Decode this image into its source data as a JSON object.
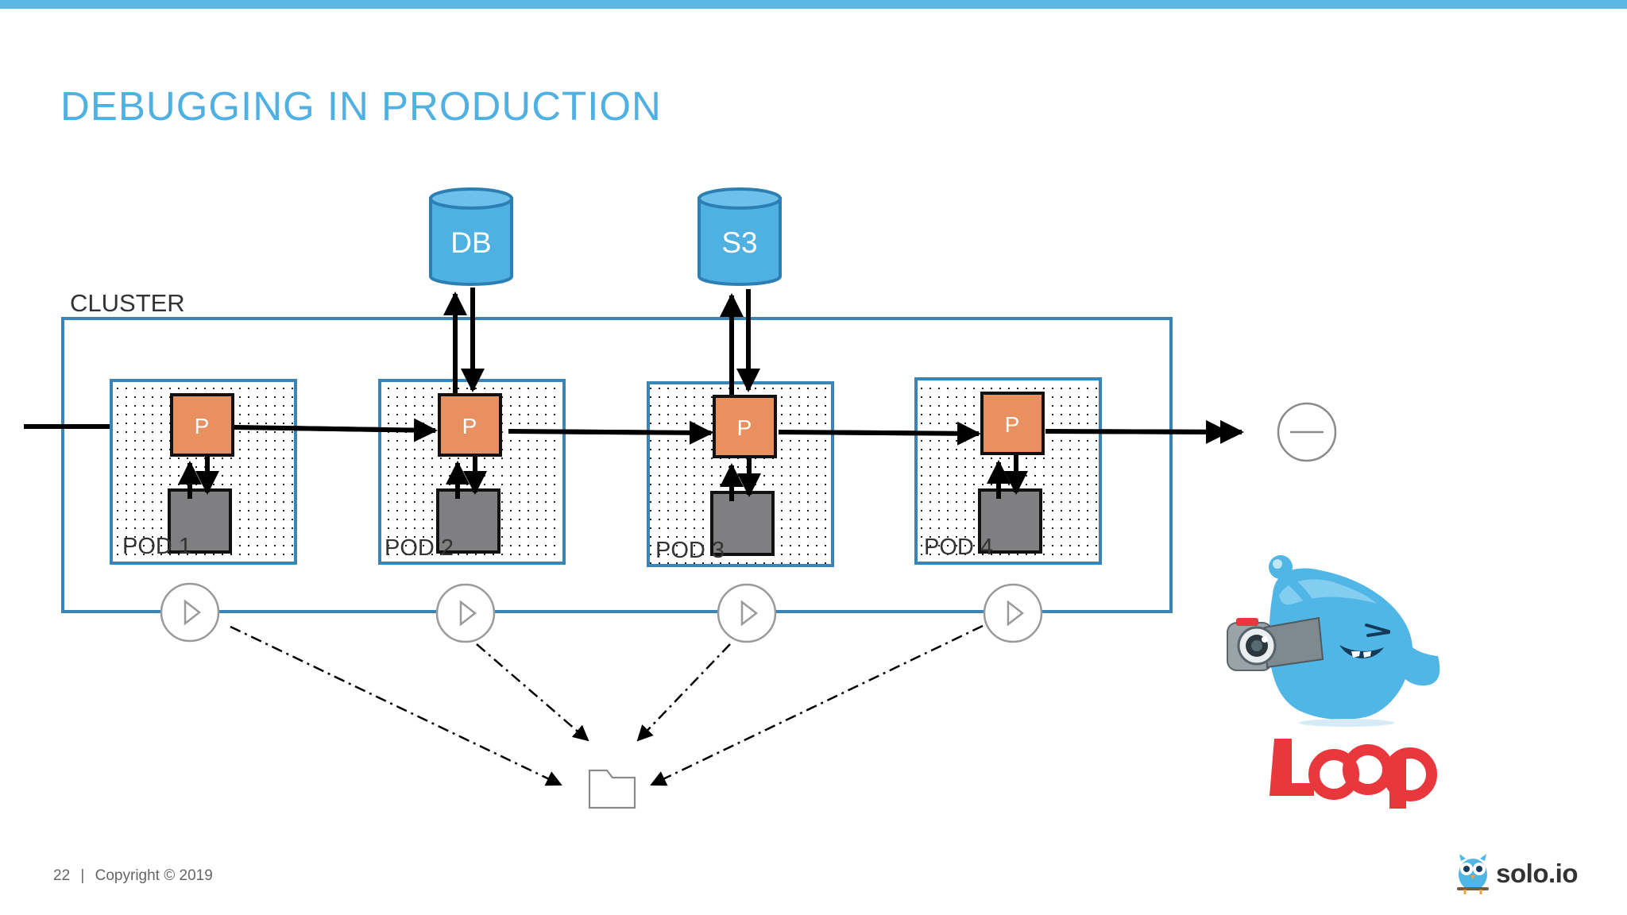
{
  "slide": {
    "title": "DEBUGGING IN PRODUCTION",
    "page_number": "22",
    "copyright": "Copyright © 2019",
    "accent_color": "#5ab7e6"
  },
  "diagram": {
    "cluster_label": "CLUSTER",
    "stores": [
      {
        "label": "DB",
        "color": "#4fb0e2"
      },
      {
        "label": "S3",
        "color": "#4fb0e2"
      }
    ],
    "pods": [
      {
        "label": "POD 1",
        "proxy_label": "P"
      },
      {
        "label": "POD 2",
        "proxy_label": "P"
      },
      {
        "label": "POD 3",
        "proxy_label": "P"
      },
      {
        "label": "POD 4",
        "proxy_label": "P"
      }
    ],
    "proxy_color": "#e8905f",
    "app_color": "#7f7f81",
    "pod_border_color": "#3a85b5",
    "icons": [
      "record-icon",
      "folder-icon",
      "minus-circle-icon"
    ]
  },
  "branding": {
    "product": "Loop",
    "company": "solo.io",
    "product_color": "#e8383d"
  }
}
